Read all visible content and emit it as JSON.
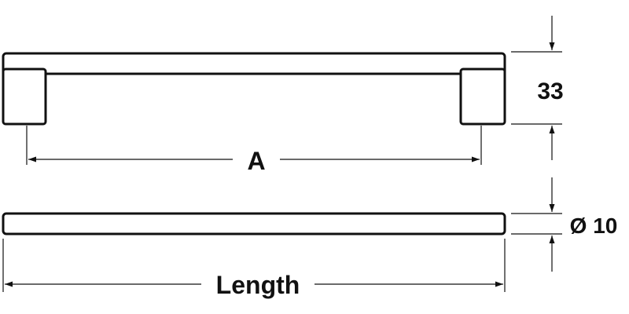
{
  "labels": {
    "height_value": "33",
    "center_distance": "A",
    "diameter_value": "Ø 10",
    "overall_length": "Length"
  },
  "colors": {
    "stroke": "#111111",
    "background": "#ffffff"
  }
}
